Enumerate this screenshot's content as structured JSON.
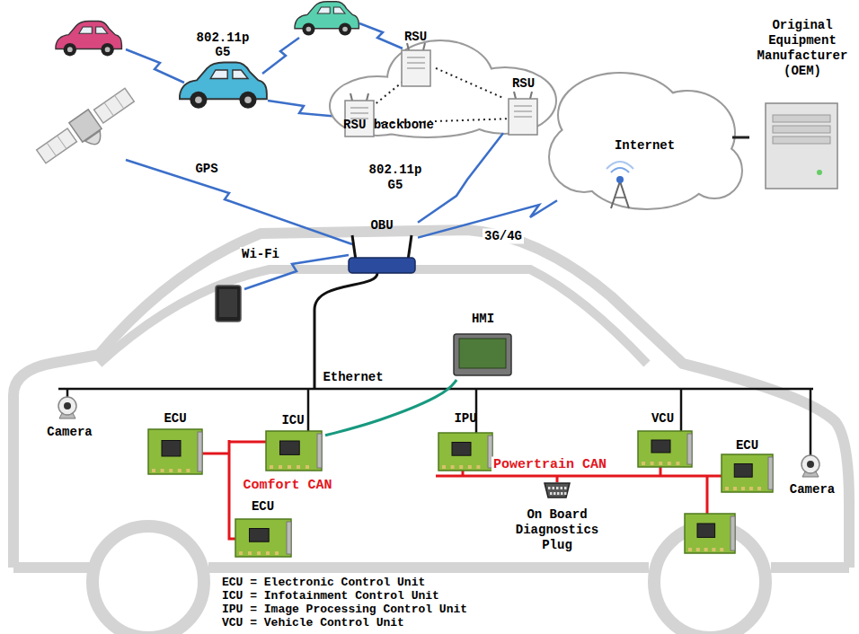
{
  "diagram": {
    "nodes": [
      {
        "text": [
          "RSU"
        ]
      },
      {
        "text": [
          "RSU backbone"
        ]
      },
      {
        "text": [
          "RSU"
        ]
      },
      {
        "text": [
          "Internet"
        ]
      },
      {
        "text": [
          "Original Equipment Manufacturer (OEM)"
        ]
      },
      {
        "text": [
          "OBU"
        ]
      },
      {
        "text": [
          "HMI"
        ]
      },
      {
        "text": [
          "Camera"
        ]
      },
      {
        "text": [
          "ECU"
        ]
      },
      {
        "text": [
          "ICU"
        ]
      },
      {
        "text": [
          "ECU"
        ]
      },
      {
        "text": [
          "IPU"
        ]
      },
      {
        "text": [
          "VCU"
        ]
      },
      {
        "text": [
          "ECU"
        ]
      },
      {
        "text": [
          "Camera"
        ]
      },
      {
        "text": [
          "On Board Diagnostics Plug"
        ]
      }
    ],
    "edges": [
      {
        "from": 0,
        "to": 2,
        "arrow": "none"
      },
      {
        "from": 2,
        "to": 5,
        "label": "802.11p G5",
        "arrow": "none"
      },
      {
        "from": 5,
        "to": 3,
        "label": "3G/4G",
        "arrow": "none"
      },
      {
        "from": 3,
        "to": 4,
        "arrow": "none"
      },
      {
        "from": 9,
        "to": 6,
        "arrow": "none"
      }
    ],
    "labels": [
      "802.11p G5",
      "GPS",
      "Wi-Fi",
      "Ethernet",
      "Comfort CAN",
      "Powertrain CAN",
      "ECU = Electronic Control Unit",
      "ICU = Infotainment Control Unit",
      "IPU = Image Processing Control Unit",
      "VCU = Vehicle Control Unit"
    ]
  }
}
